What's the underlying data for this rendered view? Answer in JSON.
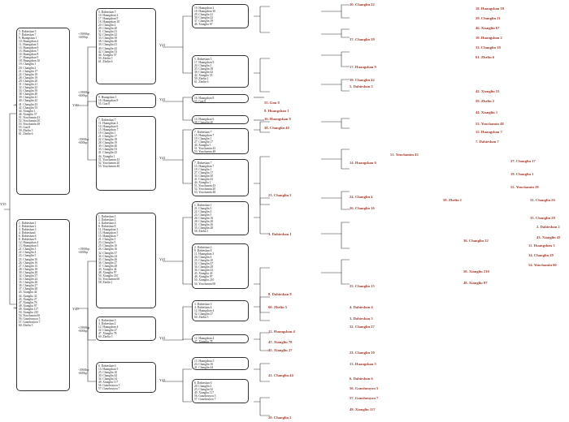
{
  "root": {
    "marker": "Y35",
    "upper_band": "+900bp",
    "lower_band": "-900bp"
  },
  "upper": {
    "box": [
      "5. Dabieshan 5",
      "7. Dabieshan 7",
      "9. Huangshan 1",
      "10. Huangshan 2",
      "11. Huangshan 3",
      "14. Huangshan 6",
      "15. Huangshan 7",
      "16. Huangshan 8",
      "17. Huangshan 9",
      "18. Huangshan 10",
      "19. Changlin 1",
      "20. Changlin 2",
      "21. Changlin 17",
      "22. Changlin 18",
      "28. Changlin 19",
      "29. Changlin 20",
      "31. Changlin 21",
      "32. Changlin 22",
      "33. Changlin 39",
      "38. Changlin 40",
      "39. Changlin 41",
      "40. Changlin 42",
      "41. Changlin 43",
      "42. Changlin 53",
      "44. Xiangliu 1",
      "46. Xiangliu 57",
      "51. Youchamin 43",
      "52. Youchamin 20",
      "53. Youchamin 48",
      "55. Gan 8",
      "59. Zhelin 5",
      "61. Zhelin 6"
    ],
    "marker": "Y40",
    "b1": {
      "label": "+1900bp\n+600bp",
      "box": [
        "5. Dabieshan 5",
        "10. Huangshan 2",
        "17. Huangshan 9",
        "18. Huangshan 10",
        "20. Changlin 2",
        "29. Changlin 20",
        "31. Changlin 21",
        "32. Changlin 22",
        "33. Changlin 39",
        "38. Changlin 40",
        "39. Changlin 41",
        "40. Changlin 42",
        "42. Changlin 53",
        "46. Xiangliu 57",
        "59. Zhelin 5",
        "61. Zhelin 6"
      ],
      "marker": "Y41"
    },
    "b2": {
      "label": "+1900bp\n-600bp",
      "box": [
        "9. Huangshan 1",
        "16. Huangshan 8",
        "55. Gan 8"
      ],
      "marker": "Y41"
    },
    "b3": {
      "label": "-1900bp\n-600bp",
      "box": [
        "7. Dabieshan 7",
        "11. Huangshan 3",
        "14. Huangshan 6",
        "15. Huangshan 7",
        "19. Changlin 1",
        "21. Changlin 17",
        "22. Changlin 18",
        "28. Changlin 19",
        "30. Changlin 40",
        "33. Changlin 53",
        "41. Changlin 43",
        "44. Xiangliu 1",
        "51. Youchamin 43",
        "52. Youchamin 20",
        "53. Youchamin 48"
      ],
      "marker": "Y41"
    }
  },
  "lower": {
    "box": [
      "1. Dabieshan 1",
      "2. Dabieshan 2",
      "3. Dabieshan 3",
      "4. Dabieshan4",
      "6. Dabieshan 6",
      "8. Dabieshan 8",
      "12. Huangshan 4",
      "13. Huangshan 5",
      "21. Changlin 3",
      "22. Changlin 4",
      "23. Changlin 5",
      "25. Changlin 10",
      "26. Changlin 16",
      "27. Changlin 15",
      "28. Changlin 18",
      "30. Changlin 28",
      "32. Changlin 37",
      "34. Changlin 24",
      "35. Changlin 26",
      "36. Changlin 27",
      "37. Changlin 28",
      "43. Xiangliu 44",
      "44. Xiangliu 32",
      "45. Xiangliu 27",
      "47. Xiangliu 78",
      "48. Xiangliu 97",
      "49. Xiangliu 117",
      "50. Xiangliu 210",
      "54. Youchamin 60",
      "56. Ganzhouyou 5",
      "57. Ganzhouyou 7",
      "60. Zhelin 5"
    ],
    "marker": "Y40",
    "b1": {
      "label": "+1900bp\n+600bp",
      "box": [
        "1. Dabieshan 1",
        "2. Dabieshan 2",
        "4. Dabieshan 4",
        "8. Dabieshan 8",
        "11. Huangshan 3",
        "13. Huangshan 5",
        "15. Huangshan 7",
        "21. Changlin 3",
        "23. Changlin 5",
        "25. Changlin 10",
        "26. Changlin 16",
        "32. Changlin 37",
        "34. Changlin 24",
        "35. Changlin 26",
        "36. Changlin 27",
        "37. Changlin 28",
        "43. Xiangliu 44",
        "48. Xiangliu 97",
        "50. Xiangliu 210",
        "54. Youchamin 60",
        "58. Zhelin 1"
      ],
      "marker": "Y41"
    },
    "b2": {
      "label": "+1900bp\n-600bp",
      "box": [
        "3. Dabieshan 3",
        "4. Dabieshan 4",
        "12. Huangshan 4",
        "32. Changlin 27",
        "47. Xiangliu 78",
        "60. Zhelin 5"
      ],
      "marker": "Y41"
    },
    "b3": {
      "label": "-1900bp\n-600bp",
      "box": [
        "6. Dabieshan 6",
        "13. Huangshan 5",
        "25. Changlin 10",
        "30. Changlin 44",
        "34. Changlin 34",
        "49. Xiangliu 117",
        "56. Ganzhouyou 5",
        "57. Ganzhouyou 7"
      ],
      "marker": "Y41"
    }
  },
  "results": {
    "r30": "30. Changlin 22",
    "r18": "18. Huangshan 10",
    "r29": "29. Changlin 21",
    "r46": "46. Xiangliu 67",
    "r10": "10. Huangshan 2",
    "r37": "37. Changlin 39",
    "r33": "33. Changlin 18",
    "r61": "61. Zhelin 6",
    "r17": "17. Huangshan 9",
    "r39": "39. Changlin 42",
    "r5": "5. Dabieshan 5",
    "r42": "42. Xiangliu 53",
    "r59": "59. Zhelin 2",
    "r55": "55. Gan 8",
    "r9": "9. Huangshan 1",
    "r16": "16. Huangshan 8",
    "r38": "38. Changlin 40",
    "r44": "44. Xiangliu 1",
    "r53": "53. Youchamin 48",
    "r51": "51. Youchamin 43",
    "r19": "19. Changlin 1",
    "r15": "15. Huangshan 7",
    "r7": "7. Dabieshan 7",
    "r27": "27. Changlin 17",
    "r14": "14. Huangshan 6",
    "r52": "52. Youchamin 20",
    "r21": "21. Changlin 3",
    "r58": "58. Zhelin 1",
    "r31": "31. Changlin 26",
    "r35": "35. Changlin 28",
    "r2": "2. Dabieshan 2",
    "r24": "24. Changlin 4",
    "r43": "43. Xiangliu 43",
    "r26": "26. Changlin 16",
    "r1": "1. Dabieshan 1",
    "r36": "36. Changlin 32",
    "r11": "11. Huangshan 3",
    "r34": "34. Changlin 29",
    "r54": "54. Youchamin 60",
    "r50": "50. Xiangliu 210",
    "r48": "48. Xiangliu 97",
    "r25": "25. Changlin 15",
    "r8": "8. Dabieshan 8",
    "r60": "60. Zhelin 5",
    "r4": "4. Dabieshan 4",
    "r3": "3. Dabieshan 3",
    "r32": "32. Changlin 27",
    "r12": "12. Huangshan 4",
    "r47": "47. Xiangliu 78",
    "r45": "45. Xiangliu 27",
    "r23": "23. Changlin 10",
    "r13": "13. Huangshan 5",
    "r41": "41. Changlin 44",
    "r6": "6. Dabieshan 6",
    "r56": "56. Ganzhouyou 5",
    "r57": "57. Ganzhouyou 7",
    "r49": "49. Xiangliu 117",
    "r20": "20. Changlin 2"
  },
  "mid_boxes": {
    "u1a": [
      "10. Huangshan 2",
      "18. Huangshan 10",
      "29. Changlin 21",
      "30. Changlin 22",
      "37. Changlin 39",
      "46. Xiangliu 67"
    ],
    "u1b": [
      "5. Dabieshan 5",
      "17. Huangshan 9",
      "20. Changlin 2",
      "33. Changlin 18",
      "39. Changlin 42",
      "42. Xiangliu 53",
      "59. Zhelin 2",
      "61. Zhelin 6"
    ],
    "u2a": [
      "16. Huangshan 8",
      "55. Gan 8"
    ],
    "u2b": [
      "14. Huangshan 6",
      "38. Changlin 40"
    ],
    "u3a": [
      "7. Dabieshan 7",
      "15. Huangshan 7",
      "19. Changlin 1",
      "27. Changlin 17",
      "44. Xiangliu 1",
      "51. Youchamin 43",
      "53. Youchamin 48"
    ],
    "u3b": [
      "7. Dabieshan 7",
      "15. Huangshan 7",
      "19. Changlin 1",
      "27. Changlin 17",
      "33. Changlin 30",
      "41. Changlin 43",
      "44. Xiangliu 1",
      "51. Youchamin 43",
      "52. Youchamin 20",
      "53. Youchamin 48"
    ],
    "l1a": [
      "1. Dabieshan 1",
      "21. Changlin 3",
      "22. Changlin 4",
      "23. Changlin 5",
      "26. Changlin 16",
      "28. Changlin 28",
      "31. Changlin 26",
      "35. Changlin 28",
      "58. Zhelin 1"
    ],
    "l1b": [
      "2. Dabieshan 2",
      "8. Dabieshan 8",
      "11. Huangshan 3",
      "24. Changlin 4",
      "25. Changlin 10",
      "32. Changlin 27",
      "34. Changlin 29",
      "36. Changlin 32",
      "43. Xiangliu 43",
      "48. Xiangliu 97",
      "50. Xiangliu 210",
      "54. Youchamin 60"
    ],
    "l2a": [
      "3. Dabieshan 3",
      "4. Dabieshan 4",
      "12. Huangshan 4",
      "32. Changlin 27",
      "60. Zhelin 5"
    ],
    "l2b": [
      "12. Huangshan 4",
      "47. Xiangliu 78"
    ],
    "l3a": [
      "13. Huangshan 5",
      "23. Changlin 10",
      "41. Changlin 44"
    ],
    "l3b": [
      "6. Dabieshan 6",
      "20. Changlin 2",
      "23. Changlin 32",
      "49. Xiangliu 117",
      "56. Ganzhouyou 5",
      "57. Ganzhouyou 7"
    ]
  }
}
